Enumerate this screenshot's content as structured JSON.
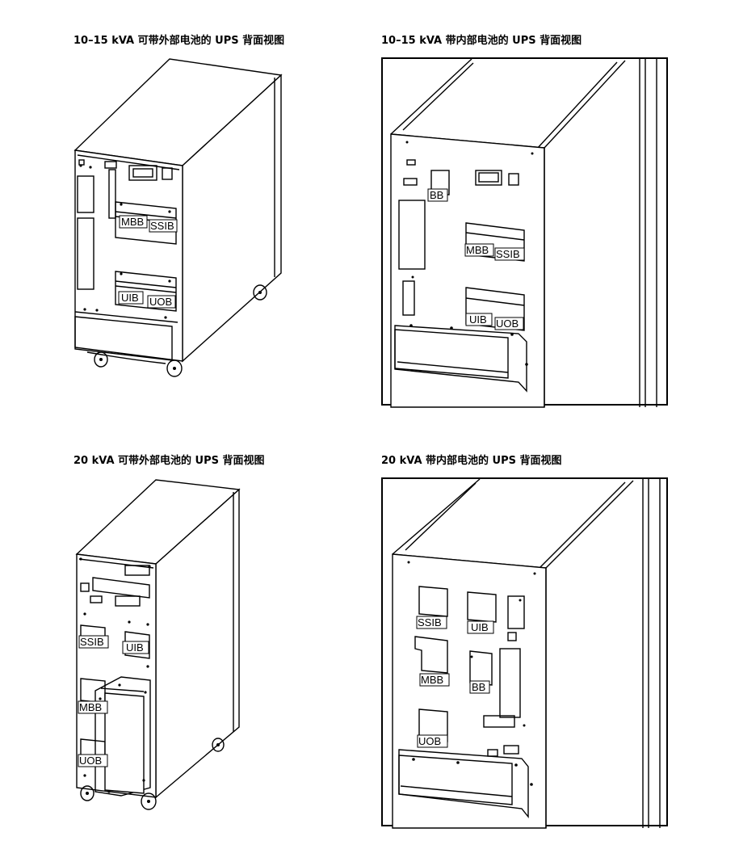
{
  "titles": {
    "tl": "10–15 kVA 可带外部电池的 UPS 背面视图",
    "tr": "10–15 kVA 带内部电池的 UPS 背面视图",
    "bl": "20 kVA 可带外部电池的 UPS 背面视图",
    "br": "20 kVA 带内部电池的 UPS 背面视图"
  },
  "labels": {
    "mbb": "MBB",
    "ssib": "SSIB",
    "uib": "UIB",
    "uob": "UOB",
    "bb": "BB"
  }
}
